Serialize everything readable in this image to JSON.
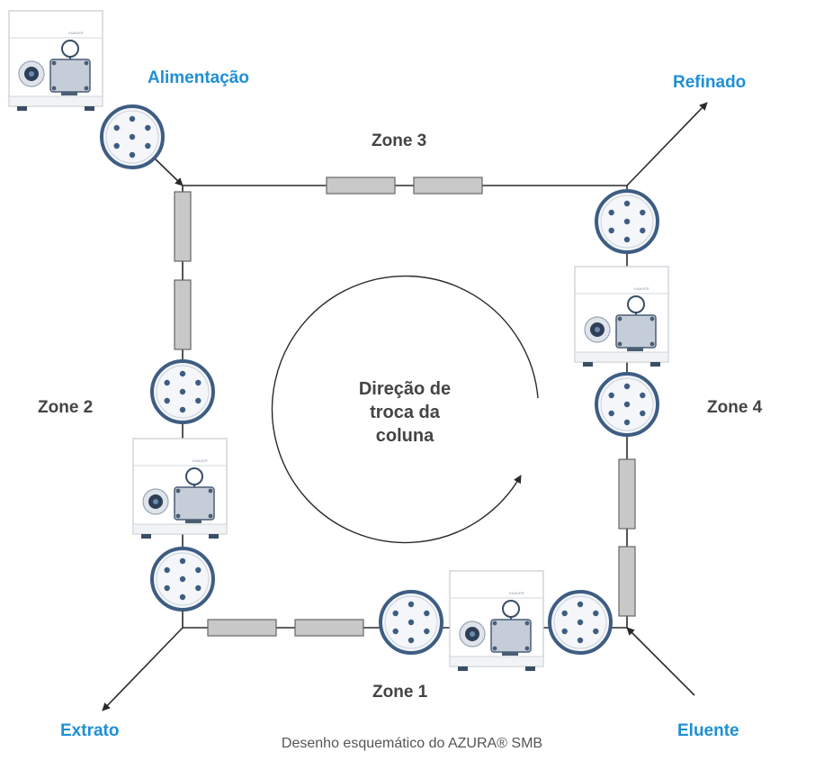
{
  "labels": {
    "feed": "Alimentação",
    "raffinate": "Refinado",
    "extract": "Extrato",
    "eluent": "Eluente",
    "zone1": "Zone 1",
    "zone2": "Zone 2",
    "zone3": "Zone 3",
    "zone4": "Zone 4",
    "direction": [
      "Direção de",
      "troca da",
      "coluna"
    ]
  },
  "caption": "Desenho esquemático do AZURA® SMB",
  "colors": {
    "label_blue": "#1f8fd6",
    "label_dark": "#444444",
    "valve_ring": "#3e5d83",
    "column_fill": "#c8c8c8",
    "line": "#2a2a2a"
  },
  "icons": {
    "valve": "multiport-valve-icon",
    "module": "azura-valve-module-icon"
  }
}
